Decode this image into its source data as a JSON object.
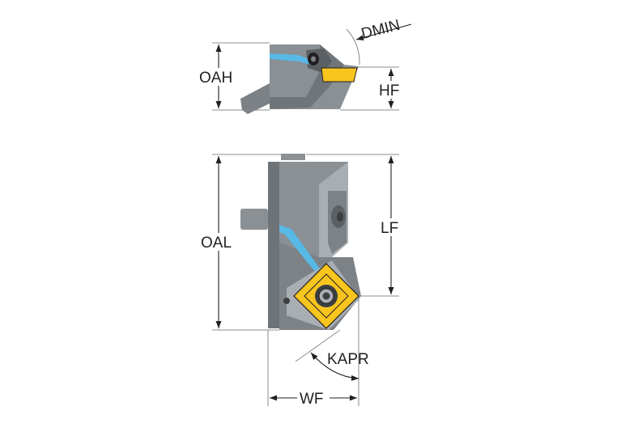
{
  "dimensions": {
    "dmin": "DMIN",
    "oah": "OAH",
    "hf": "HF",
    "oal": "OAL",
    "lf": "LF",
    "kapr": "KAPR",
    "wf": "WF"
  },
  "colors": {
    "body_dark": "#6d7377",
    "body_mid": "#8a9094",
    "body_light": "#a9aeb2",
    "coolant": "#58b8e6",
    "insert": "#f7c51e",
    "line": "#231f20"
  }
}
